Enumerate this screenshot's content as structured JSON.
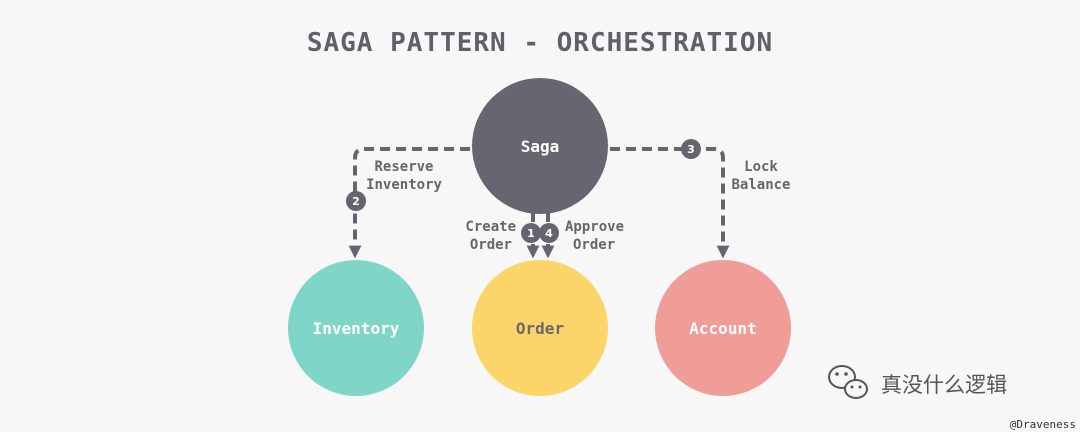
{
  "title": "SAGA PATTERN - ORCHESTRATION",
  "colors": {
    "saga": "#676570",
    "inventory": "#7fd6c8",
    "order": "#fbd56a",
    "account": "#f09d97",
    "edge": "#656570",
    "badge": "#656570"
  },
  "nodes": {
    "saga": "Saga",
    "inventory": "Inventory",
    "order": "Order",
    "account": "Account"
  },
  "edges": {
    "reserve": {
      "step": "2",
      "line1": "Reserve",
      "line2": "Inventory"
    },
    "lock": {
      "step": "3",
      "line1": "Lock",
      "line2": "Balance"
    },
    "create": {
      "step": "1",
      "line1": "Create",
      "line2": "Order"
    },
    "approve": {
      "step": "4",
      "line1": "Approve",
      "line2": "Order"
    }
  },
  "watermark": "真没什么逻辑",
  "watermark_icon": "wechat-icon",
  "credit": "@Draveness"
}
